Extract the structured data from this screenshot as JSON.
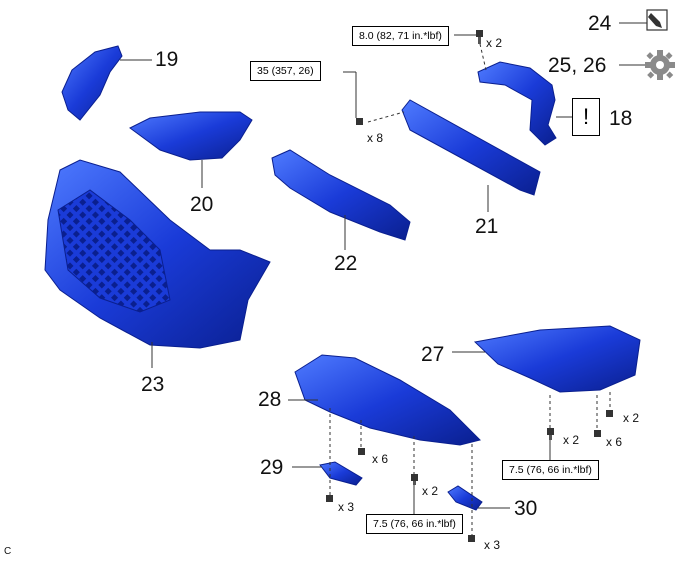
{
  "torques": {
    "t1": "8.0 (82, 71 in.*lbf)",
    "t2": "35 (357, 26)",
    "t3": "7.5 (76, 66 in.*lbf)",
    "t4": "7.5 (76, 66 in.*lbf)"
  },
  "callouts": {
    "n18": "18",
    "n19": "19",
    "n20": "20",
    "n21": "21",
    "n22": "22",
    "n23": "23",
    "n24": "24",
    "n25": "25, 26",
    "n27": "27",
    "n28": "28",
    "n29": "29",
    "n30": "30"
  },
  "quantities": {
    "q1": "x 2",
    "q2": "x 8",
    "q3": "x 6",
    "q4": "x 2",
    "q5": "x 6",
    "q6": "x 2",
    "q7": "x 3",
    "q8": "x 3"
  },
  "warning_symbol": "!",
  "corner_mark": "C",
  "icons": [
    "grease-brush-icon",
    "gear-icon",
    "bolt-icon"
  ],
  "colors": {
    "part_blue": "#1a3bd8",
    "part_dark": "#0a1f8f",
    "part_light": "#4f7bff",
    "line": "#333333"
  }
}
